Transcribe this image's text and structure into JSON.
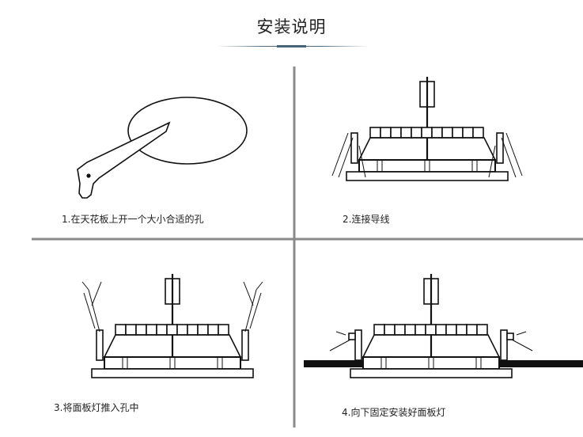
{
  "title": "安装说明",
  "steps": [
    {
      "label": "1.在天花板上开一个大小合适的孔"
    },
    {
      "label": "2.连接导线"
    },
    {
      "label": "3.将面板灯推入孔中"
    },
    {
      "label": "4.向下固定安装好面板灯"
    }
  ],
  "colors": {
    "divider": "#8a8a8a",
    "accent": "#44657c",
    "line": "#111111"
  }
}
